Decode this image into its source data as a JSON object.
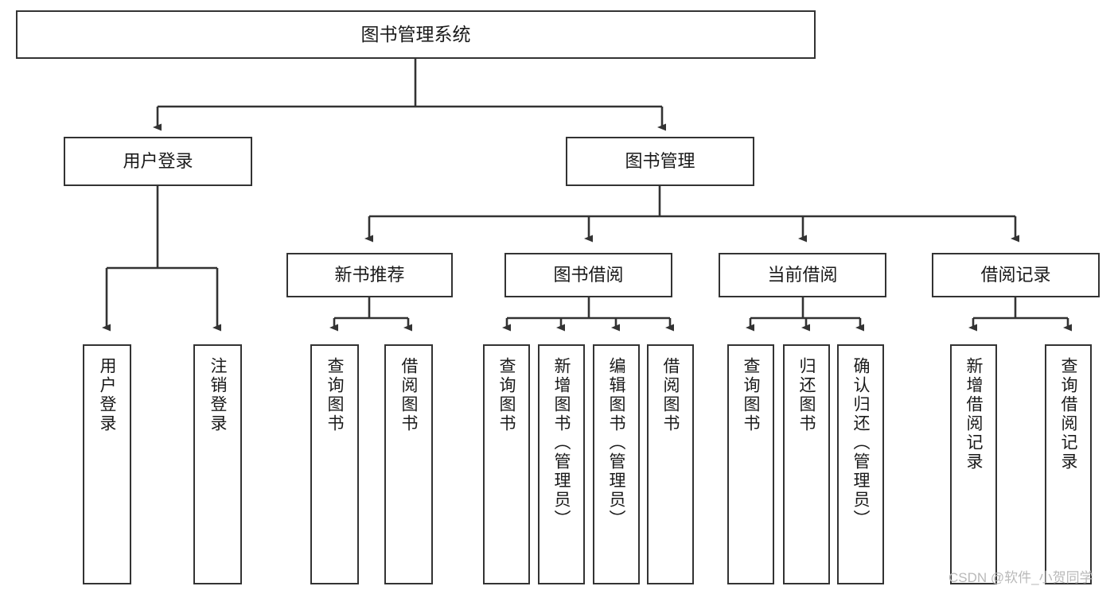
{
  "diagram": {
    "type": "tree-hierarchy-chart",
    "title": "图书管理系统",
    "watermark": "CSDN @软件_小贺同学",
    "colors": {
      "box_border": "#333333",
      "box_fill": "#ffffff",
      "connector": "#333333",
      "text": "#1a1a1a",
      "watermark": "#b9b9b9",
      "background": "#ffffff"
    },
    "nodes": {
      "root": {
        "label": "图书管理系统"
      },
      "level2": [
        {
          "label": "用户登录"
        },
        {
          "label": "图书管理"
        }
      ],
      "level3": [
        {
          "label": "新书推荐"
        },
        {
          "label": "图书借阅"
        },
        {
          "label": "当前借阅"
        },
        {
          "label": "借阅记录"
        }
      ],
      "leaves": [
        {
          "label": "用户登录",
          "parent": "用户登录"
        },
        {
          "label": "注销登录",
          "parent": "用户登录"
        },
        {
          "label": "查询图书",
          "parent": "新书推荐"
        },
        {
          "label": "借阅图书",
          "parent": "新书推荐"
        },
        {
          "label": "查询图书",
          "parent": "图书借阅"
        },
        {
          "label": "新增图书（管理员）",
          "parent": "图书借阅"
        },
        {
          "label": "编辑图书（管理员）",
          "parent": "图书借阅"
        },
        {
          "label": "借阅图书",
          "parent": "图书借阅"
        },
        {
          "label": "查询图书",
          "parent": "当前借阅"
        },
        {
          "label": "归还图书",
          "parent": "当前借阅"
        },
        {
          "label": "确认归还（管理员）",
          "parent": "当前借阅"
        },
        {
          "label": "新增借阅记录",
          "parent": "借阅记录"
        },
        {
          "label": "查询借阅记录",
          "parent": "借阅记录"
        }
      ]
    }
  }
}
